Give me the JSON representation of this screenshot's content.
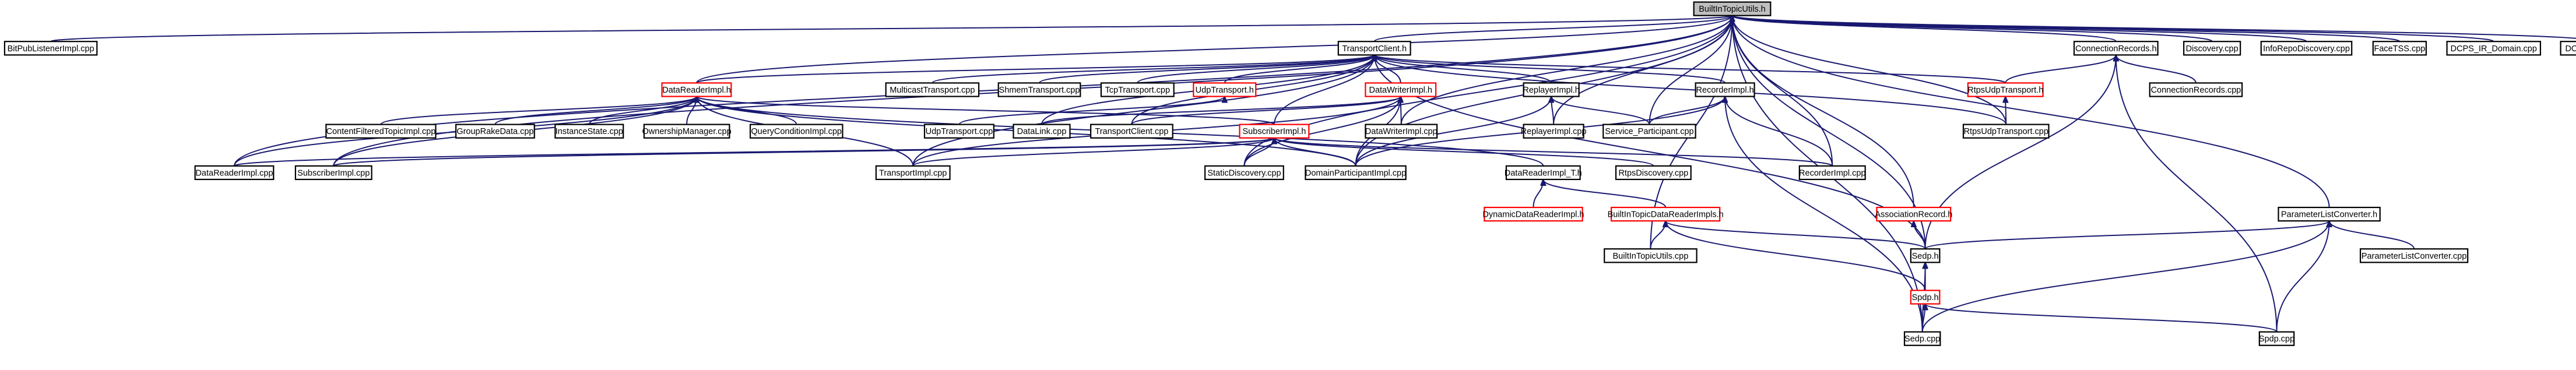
{
  "colors": {
    "edge": "#191970",
    "node_border_normal": "#000000",
    "node_border_truncated": "#ff0000",
    "node_fill": "#ffffff",
    "node_fill_focus": "#bfbfbf",
    "text": "#000000"
  },
  "diagram": {
    "type": "include-dependency-graph",
    "focus": "BuiltInTopicUtils.h",
    "nodes": [
      {
        "id": "bitutils_h",
        "label": "BuiltInTopicUtils.h",
        "focus": true
      },
      {
        "id": "bitpub",
        "label": "BitPubListenerImpl.cpp"
      },
      {
        "id": "tclient_h",
        "label": "TransportClient.h"
      },
      {
        "id": "connrec_h",
        "label": "ConnectionRecords.h"
      },
      {
        "id": "discovery",
        "label": "Discovery.cpp"
      },
      {
        "id": "inforepo",
        "label": "InfoRepoDiscovery.cpp"
      },
      {
        "id": "facetss",
        "label": "FaceTSS.cpp"
      },
      {
        "id": "dcps_ir",
        "label": "DCPS_IR_Domain.cpp"
      },
      {
        "id": "dcpsinfo",
        "label": "DCPSInfo_i.cpp"
      },
      {
        "id": "drimpl_h",
        "label": "DataReaderImpl.h",
        "truncated": true
      },
      {
        "id": "mcast",
        "label": "MulticastTransport.cpp"
      },
      {
        "id": "shmem",
        "label": "ShmemTransport.cpp"
      },
      {
        "id": "tcp",
        "label": "TcpTransport.cpp"
      },
      {
        "id": "udptr_h",
        "label": "UdpTransport.h",
        "truncated": true
      },
      {
        "id": "dwimpl_h",
        "label": "DataWriterImpl.h",
        "truncated": true
      },
      {
        "id": "replayer_h",
        "label": "ReplayerImpl.h"
      },
      {
        "id": "recorder_h",
        "label": "RecorderImpl.h"
      },
      {
        "id": "rtpsudp_h",
        "label": "RtpsUdpTransport.h",
        "truncated": true
      },
      {
        "id": "connrec_cpp",
        "label": "ConnectionRecords.cpp"
      },
      {
        "id": "cft",
        "label": "ContentFilteredTopicImpl.cpp"
      },
      {
        "id": "grdata",
        "label": "GroupRakeData.cpp"
      },
      {
        "id": "inststate",
        "label": "InstanceState.cpp"
      },
      {
        "id": "ownmgr",
        "label": "OwnershipManager.cpp"
      },
      {
        "id": "qcond",
        "label": "QueryConditionImpl.cpp"
      },
      {
        "id": "udptr_cpp",
        "label": "UdpTransport.cpp"
      },
      {
        "id": "datalink",
        "label": "DataLink.cpp"
      },
      {
        "id": "tclient_cpp",
        "label": "TransportClient.cpp"
      },
      {
        "id": "dwimpl_cpp",
        "label": "DataWriterImpl.cpp"
      },
      {
        "id": "replayer_cpp",
        "label": "ReplayerImpl.cpp"
      },
      {
        "id": "svcpart",
        "label": "Service_Participant.cpp"
      },
      {
        "id": "rtpsudp_cpp",
        "label": "RtpsUdpTransport.cpp"
      },
      {
        "id": "subimpl_h",
        "label": "SubscriberImpl.h",
        "truncated": true
      },
      {
        "id": "drimpl_cpp",
        "label": "DataReaderImpl.cpp"
      },
      {
        "id": "subimpl_cpp",
        "label": "SubscriberImpl.cpp"
      },
      {
        "id": "trimpl",
        "label": "TransportImpl.cpp"
      },
      {
        "id": "staticdisc",
        "label": "StaticDiscovery.cpp"
      },
      {
        "id": "dpimpl",
        "label": "DomainParticipantImpl.cpp"
      },
      {
        "id": "drimpl_t",
        "label": "DataReaderImpl_T.h"
      },
      {
        "id": "rtpsdisc",
        "label": "RtpsDiscovery.cpp"
      },
      {
        "id": "recorder_cpp",
        "label": "RecorderImpl.cpp"
      },
      {
        "id": "dyndr",
        "label": "DynamicDataReaderImpl.h",
        "truncated": true
      },
      {
        "id": "bitdr",
        "label": "BuiltInTopicDataReaderImpls.h",
        "truncated": true
      },
      {
        "id": "assocrec",
        "label": "AssociationRecord.h",
        "truncated": true
      },
      {
        "id": "plconv_h",
        "label": "ParameterListConverter.h"
      },
      {
        "id": "plconv_cpp",
        "label": "ParameterListConverter.cpp"
      },
      {
        "id": "bitutils_cpp",
        "label": "BuiltInTopicUtils.cpp"
      },
      {
        "id": "sedp_h",
        "label": "Sedp.h"
      },
      {
        "id": "spdp_h",
        "label": "Spdp.h",
        "truncated": true
      },
      {
        "id": "sedp_cpp",
        "label": "Sedp.cpp"
      },
      {
        "id": "spdp_cpp",
        "label": "Spdp.cpp"
      }
    ],
    "edges": [
      [
        "bitutils_h",
        "bitpub"
      ],
      [
        "bitutils_h",
        "tclient_h"
      ],
      [
        "bitutils_h",
        "connrec_h"
      ],
      [
        "bitutils_h",
        "discovery"
      ],
      [
        "bitutils_h",
        "inforepo"
      ],
      [
        "bitutils_h",
        "facetss"
      ],
      [
        "bitutils_h",
        "dcps_ir"
      ],
      [
        "bitutils_h",
        "dcpsinfo"
      ],
      [
        "bitutils_h",
        "drimpl_h"
      ],
      [
        "bitutils_h",
        "dwimpl_cpp"
      ],
      [
        "bitutils_h",
        "replayer_cpp"
      ],
      [
        "bitutils_h",
        "svcpart"
      ],
      [
        "bitutils_h",
        "recorder_cpp"
      ],
      [
        "bitutils_h",
        "rtpsudp_cpp"
      ],
      [
        "bitutils_h",
        "drimpl_cpp"
      ],
      [
        "bitutils_h",
        "subimpl_cpp"
      ],
      [
        "bitutils_h",
        "staticdisc"
      ],
      [
        "bitutils_h",
        "dpimpl"
      ],
      [
        "bitutils_h",
        "assocrec"
      ],
      [
        "bitutils_h",
        "sedp_h"
      ],
      [
        "bitutils_h",
        "plconv_h"
      ],
      [
        "bitutils_h",
        "bitutils_cpp"
      ],
      [
        "bitutils_h",
        "sedp_cpp"
      ],
      [
        "tclient_h",
        "drimpl_h"
      ],
      [
        "tclient_h",
        "mcast"
      ],
      [
        "tclient_h",
        "shmem"
      ],
      [
        "tclient_h",
        "tcp"
      ],
      [
        "tclient_h",
        "udptr_h"
      ],
      [
        "tclient_h",
        "dwimpl_h"
      ],
      [
        "tclient_h",
        "replayer_h"
      ],
      [
        "tclient_h",
        "recorder_h"
      ],
      [
        "tclient_h",
        "rtpsudp_h"
      ],
      [
        "tclient_h",
        "datalink"
      ],
      [
        "tclient_h",
        "tclient_cpp"
      ],
      [
        "tclient_h",
        "subimpl_h"
      ],
      [
        "tclient_h",
        "trimpl"
      ],
      [
        "tclient_h",
        "rtpsudp_cpp"
      ],
      [
        "tclient_h",
        "sedp_h"
      ],
      [
        "connrec_h",
        "rtpsudp_h"
      ],
      [
        "connrec_h",
        "connrec_cpp"
      ],
      [
        "connrec_h",
        "sedp_h"
      ],
      [
        "connrec_h",
        "spdp_cpp"
      ],
      [
        "drimpl_h",
        "cft"
      ],
      [
        "drimpl_h",
        "grdata"
      ],
      [
        "drimpl_h",
        "inststate"
      ],
      [
        "drimpl_h",
        "ownmgr"
      ],
      [
        "drimpl_h",
        "qcond"
      ],
      [
        "drimpl_h",
        "subimpl_h"
      ],
      [
        "drimpl_h",
        "drimpl_cpp"
      ],
      [
        "drimpl_h",
        "subimpl_cpp"
      ],
      [
        "drimpl_h",
        "trimpl"
      ],
      [
        "drimpl_h",
        "drimpl_t"
      ],
      [
        "drimpl_h",
        "dpimpl"
      ],
      [
        "udptr_h",
        "udptr_cpp"
      ],
      [
        "dwimpl_h",
        "dwimpl_cpp"
      ],
      [
        "dwimpl_h",
        "datalink"
      ],
      [
        "dwimpl_h",
        "tclient_cpp"
      ],
      [
        "dwimpl_h",
        "trimpl"
      ],
      [
        "dwimpl_h",
        "staticdisc"
      ],
      [
        "dwimpl_h",
        "dpimpl"
      ],
      [
        "replayer_h",
        "replayer_cpp"
      ],
      [
        "replayer_h",
        "svcpart"
      ],
      [
        "replayer_h",
        "dpimpl"
      ],
      [
        "recorder_h",
        "svcpart"
      ],
      [
        "recorder_h",
        "recorder_cpp"
      ],
      [
        "recorder_h",
        "dpimpl"
      ],
      [
        "recorder_h",
        "sedp_cpp"
      ],
      [
        "rtpsudp_h",
        "rtpsudp_cpp"
      ],
      [
        "subimpl_h",
        "drimpl_cpp"
      ],
      [
        "subimpl_h",
        "subimpl_cpp"
      ],
      [
        "subimpl_h",
        "trimpl"
      ],
      [
        "subimpl_h",
        "staticdisc"
      ],
      [
        "subimpl_h",
        "dpimpl"
      ],
      [
        "subimpl_h",
        "rtpsdisc"
      ],
      [
        "subimpl_h",
        "recorder_cpp"
      ],
      [
        "drimpl_t",
        "dyndr"
      ],
      [
        "drimpl_t",
        "bitdr"
      ],
      [
        "bitdr",
        "bitutils_cpp"
      ],
      [
        "bitdr",
        "sedp_h"
      ],
      [
        "bitdr",
        "spdp_h"
      ],
      [
        "assocrec",
        "sedp_h"
      ],
      [
        "plconv_h",
        "plconv_cpp"
      ],
      [
        "plconv_h",
        "sedp_h"
      ],
      [
        "plconv_h",
        "sedp_cpp"
      ],
      [
        "plconv_h",
        "spdp_cpp"
      ],
      [
        "sedp_h",
        "spdp_h"
      ],
      [
        "sedp_h",
        "sedp_cpp"
      ],
      [
        "spdp_h",
        "sedp_cpp"
      ],
      [
        "spdp_h",
        "spdp_cpp"
      ]
    ]
  }
}
